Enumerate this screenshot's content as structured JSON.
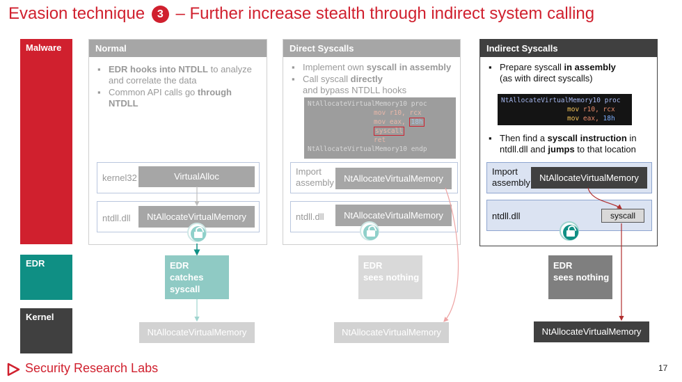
{
  "title": {
    "prefix": "Evasion technique",
    "number": "3",
    "suffix": "– Further increase stealth through indirect system calling"
  },
  "rows": {
    "malware": "Malware",
    "edr": "EDR",
    "kernel": "Kernel"
  },
  "normal": {
    "header": "Normal",
    "bullet1": {
      "b": "EDR hooks into NTDLL",
      "t": " to analyze and correlate the data"
    },
    "bullet2": {
      "t": "Common API calls go ",
      "b": "through NTDLL"
    },
    "kernel32_label": "kernel32",
    "kernel32_fn": "VirtualAlloc",
    "ntdll_label": "ntdll.dll",
    "ntdll_fn": "NtAllocateVirtualMemory",
    "edr": "EDR\ncatches\nsyscall",
    "kernel_fn": "NtAllocateVirtualMemory"
  },
  "direct": {
    "header": "Direct Syscalls",
    "bullet1": {
      "t": "Implement own ",
      "b": "syscall in assembly"
    },
    "bullet2": {
      "t": "Call syscall ",
      "b": "directly",
      "t2": "and bypass NTDLL hooks"
    },
    "code": {
      "line1": "NtAllocateVirtualMemory10 proc",
      "l2a": "mov r10, rcx",
      "l3a": "mov eax, ",
      "l3b": "18h",
      "l4": "syscall",
      "l5": "ret",
      "l6": "NtAllocateVirtualMemory10 endp"
    },
    "import_label": "Import\nassembly",
    "import_fn": "NtAllocateVirtualMemory",
    "ntdll_label": "ntdll.dll",
    "ntdll_fn": "NtAllocateVirtualMemory",
    "edr": "EDR\nsees nothing",
    "kernel_fn": "NtAllocateVirtualMemory"
  },
  "indirect": {
    "header": "Indirect Syscalls",
    "bullet1": {
      "t": "Prepare syscall ",
      "b": "in assembly",
      "t2": "(as with direct syscalls)"
    },
    "bullet2": {
      "t": "Then find a ",
      "b": "syscall instruction",
      "t2": " in",
      "t3": "ntdll.dll and ",
      "b2": "jumps",
      "t4": " to that location"
    },
    "code": {
      "line1": "NtAllocateVirtualMemory10 proc",
      "l2k": "mov",
      "l2r": "r10, rcx",
      "l3k": "mov",
      "l3r": "eax, ",
      "l3n": "18h"
    },
    "import_label": "Import\nassembly",
    "import_fn": "NtAllocateVirtualMemory",
    "ntdll_label": "ntdll.dll",
    "syscall_label": "syscall",
    "edr": "EDR\nsees nothing",
    "kernel_fn": "NtAllocateVirtualMemory"
  },
  "footer": {
    "brand": "Security Research Labs",
    "page": "17"
  },
  "colors": {
    "red": "#d0202e",
    "teal": "#0f8f84",
    "dark": "#404040",
    "grey": "#a6a6a6",
    "light_teal": "#8fcac4"
  }
}
